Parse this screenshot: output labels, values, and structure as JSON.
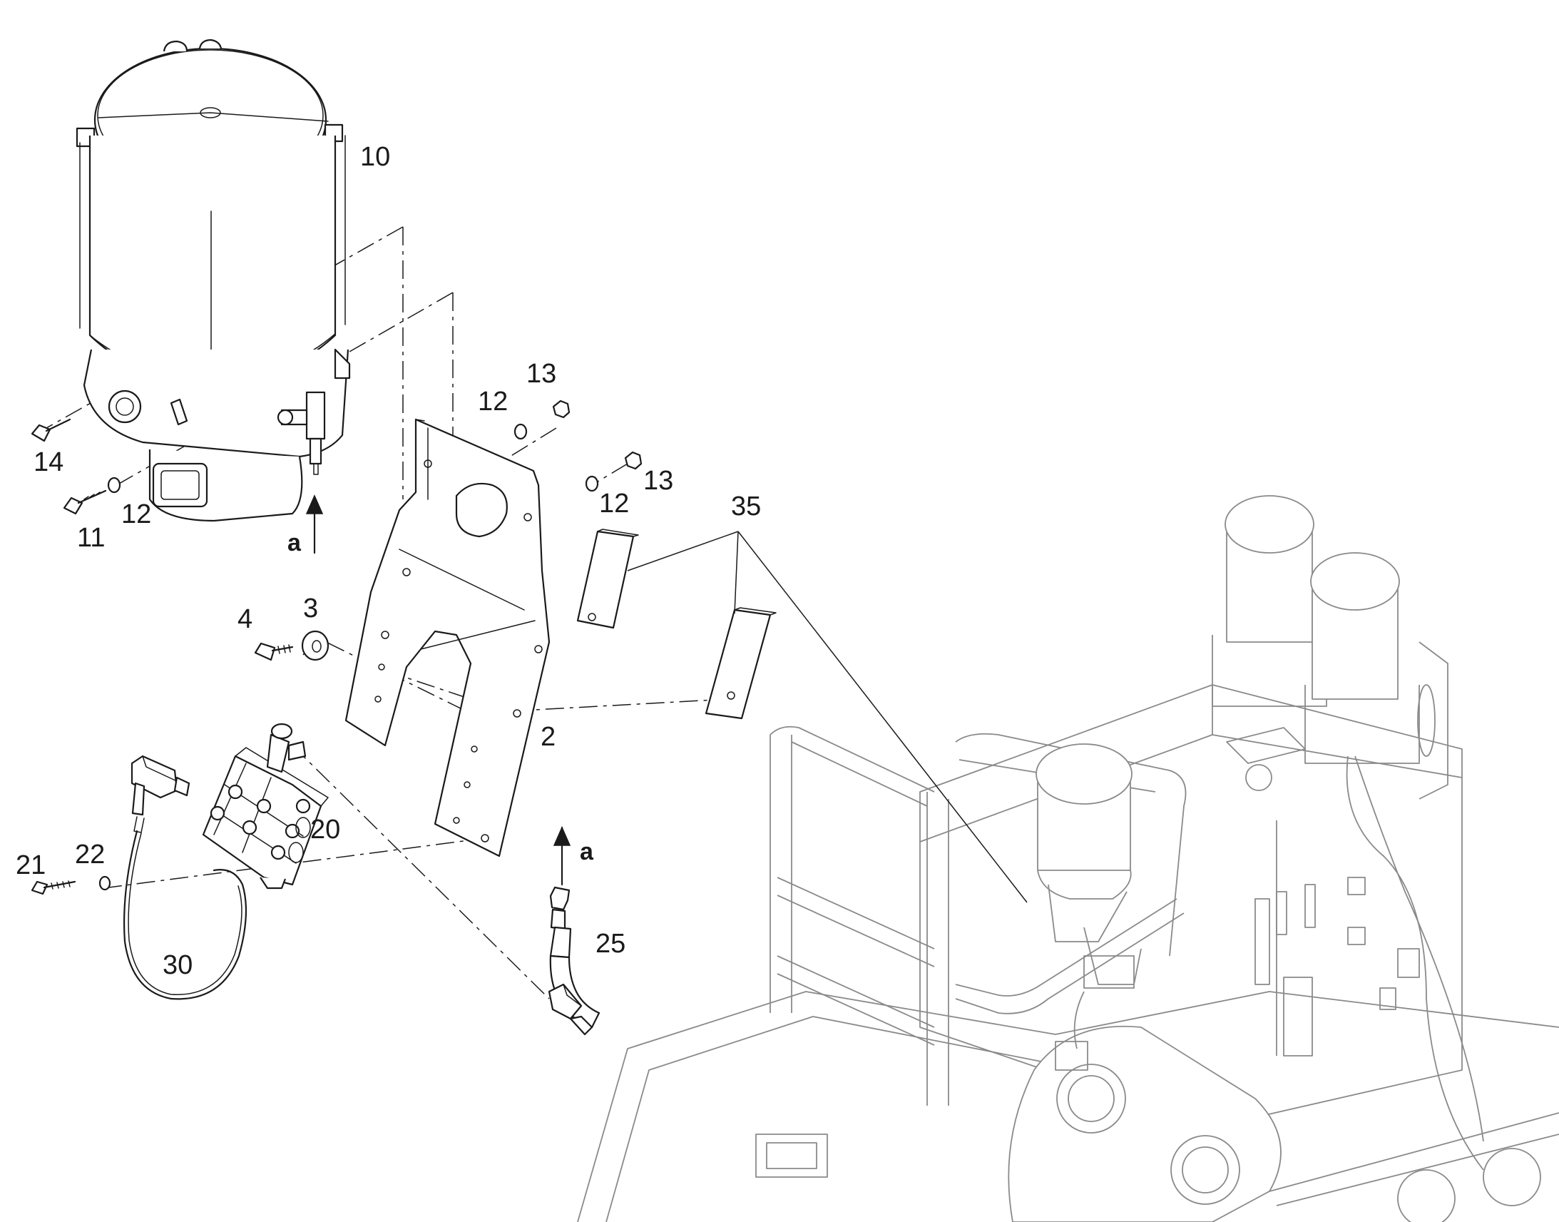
{
  "diagram": {
    "callouts": [
      {
        "id": "10",
        "text": "10"
      },
      {
        "id": "13a",
        "text": "13"
      },
      {
        "id": "12a",
        "text": "12"
      },
      {
        "id": "13b",
        "text": "13"
      },
      {
        "id": "12b",
        "text": "12"
      },
      {
        "id": "14",
        "text": "14"
      },
      {
        "id": "11",
        "text": "11"
      },
      {
        "id": "12c",
        "text": "12"
      },
      {
        "id": "35",
        "text": "35"
      },
      {
        "id": "4",
        "text": "4"
      },
      {
        "id": "3",
        "text": "3"
      },
      {
        "id": "2",
        "text": "2"
      },
      {
        "id": "20",
        "text": "20"
      },
      {
        "id": "21",
        "text": "21"
      },
      {
        "id": "22",
        "text": "22"
      },
      {
        "id": "30",
        "text": "30"
      },
      {
        "id": "25",
        "text": "25"
      }
    ],
    "flow_markers": [
      {
        "id": "a-top",
        "text": "a"
      },
      {
        "id": "a-bottom",
        "text": "a"
      }
    ],
    "colors": {
      "ink": "#1a1a1a",
      "ghost": "#8a8a8a",
      "background": "#ffffff"
    }
  }
}
